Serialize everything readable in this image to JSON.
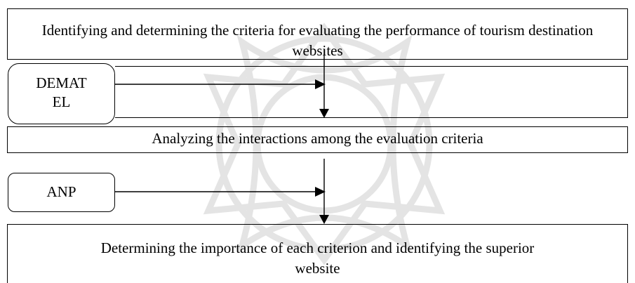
{
  "steps": {
    "identify": "Identifying and determining the criteria for evaluating the performance of tourism destination websites",
    "analyze": "Analyzing the interactions among the evaluation criteria",
    "determine": "Determining the importance of each criterion and identifying the superior website"
  },
  "methods": {
    "dematel_line1": "DEMAT",
    "dematel_line2": "EL",
    "anp": "ANP"
  },
  "colors": {
    "stroke": "#000000",
    "watermark": "#d6d6d6"
  }
}
